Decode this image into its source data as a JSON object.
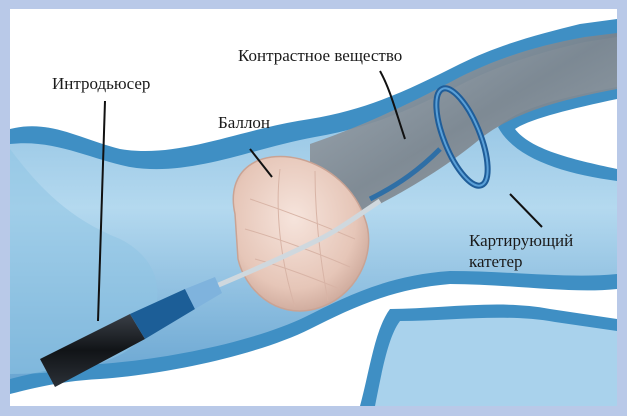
{
  "labels": {
    "introducer": "Интродьюсер",
    "balloon": "Баллон",
    "contrast": "Контрастное вещество",
    "mapping_line1": "Картирующий",
    "mapping_line2": "катетер"
  },
  "colors": {
    "frame": "#b9c9e8",
    "vessel_wall": "#3f8fc4",
    "vessel_inner": "#9ccbe8",
    "contrast_fill": "#8c949c",
    "balloon": "#e8cbc0",
    "introducer": "#1c1f24",
    "catheter": "#2f6fa6"
  }
}
